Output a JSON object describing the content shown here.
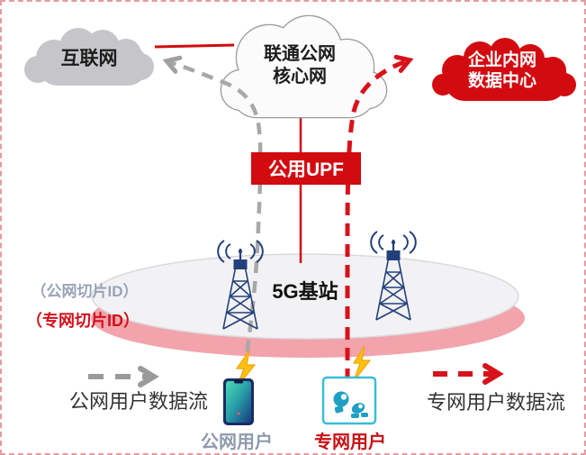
{
  "clouds": {
    "internet": {
      "label": "互联网"
    },
    "core": {
      "line1": "联通公网",
      "line2": "核心网"
    },
    "enterprise": {
      "line1": "企业内网",
      "line2": "数据中心"
    }
  },
  "upf": {
    "label": "公用UPF"
  },
  "base_station": {
    "label": "5G基站"
  },
  "slice_ids": {
    "public": "（公网切片ID）",
    "private": "（专网切片ID）"
  },
  "users": {
    "public": "公网用户",
    "private": "专网用户"
  },
  "legend": {
    "public_flow": "公网用户数据流",
    "private_flow": "专网用户数据流"
  },
  "colors": {
    "red": "#d20b10",
    "red_dash": "#d8121a",
    "gray_dash": "#a8a8a8",
    "pink_band": "#f2a3ab",
    "station_ellipse": "#f2f2f4",
    "slice_public_text": "#98a3b8",
    "device_cyan": "#3bbdd6",
    "tower_navy": "#23407c",
    "lightning_yellow": "#ffc20e"
  }
}
